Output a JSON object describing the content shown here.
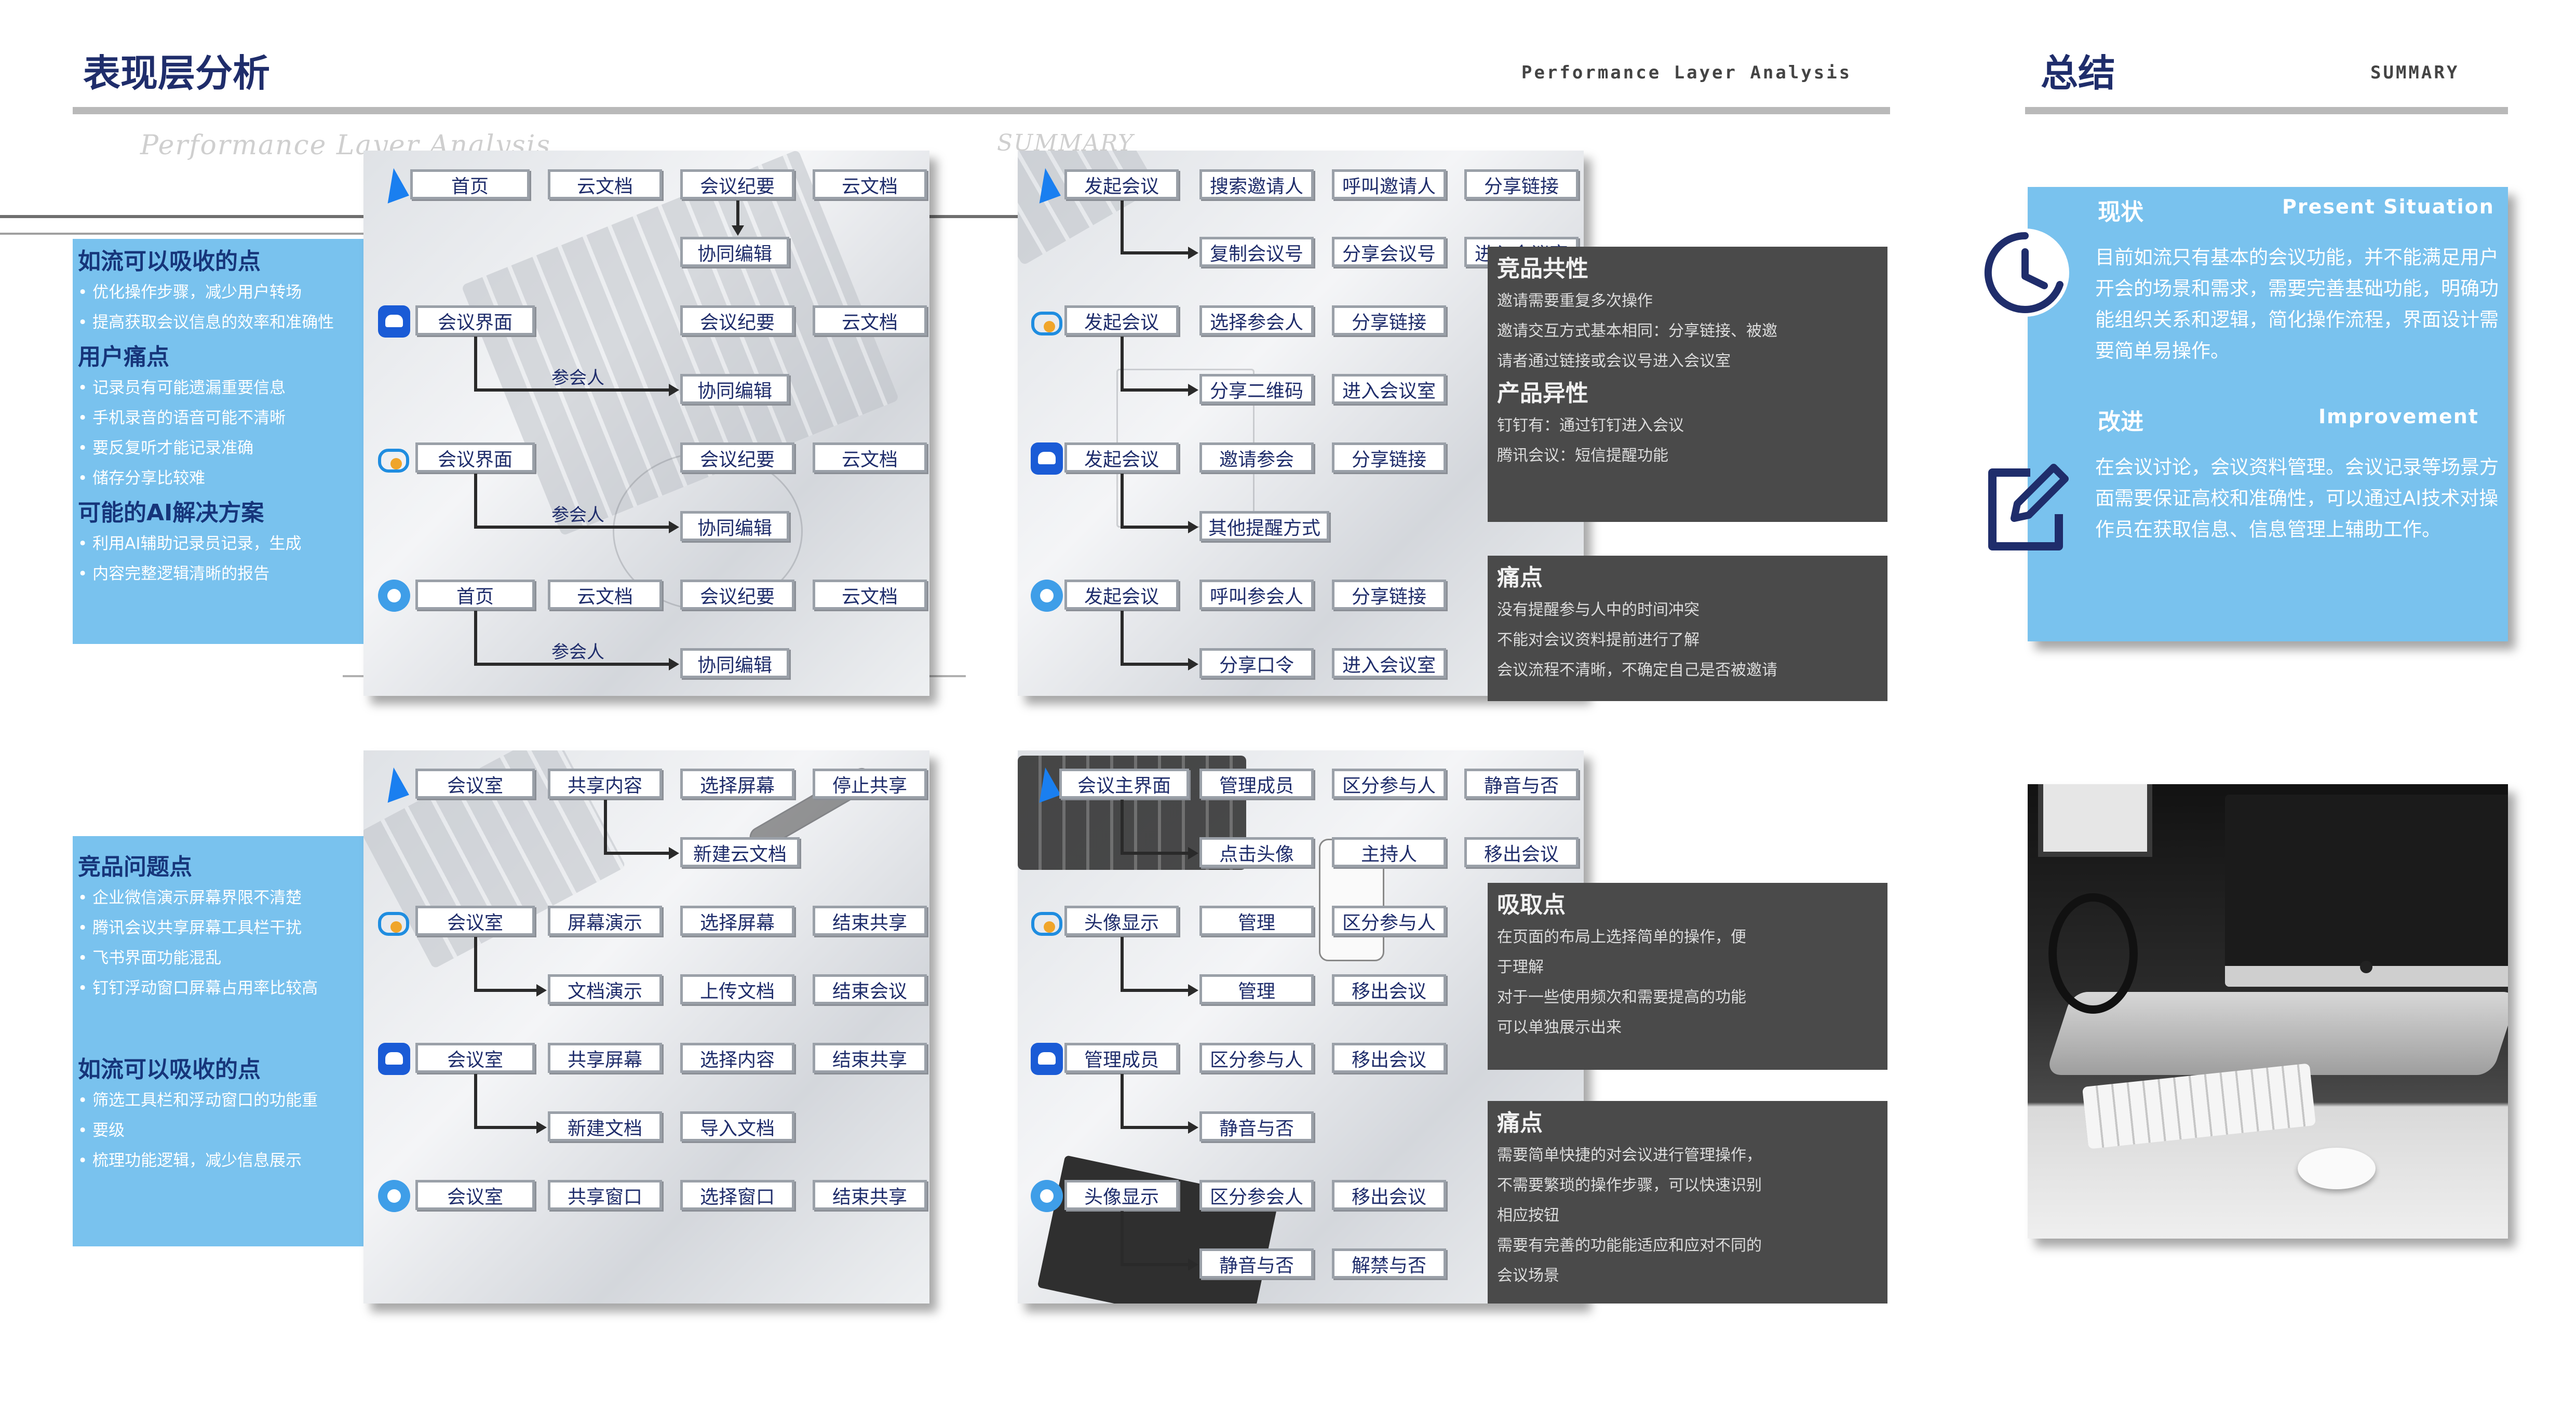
{
  "left_header": {
    "title": "表现层分析",
    "subtitle_en": "Performance Layer Analysis",
    "ghost": "Performance Layer Analysis"
  },
  "right_header": {
    "title": "总结",
    "subtitle_en": "SUMMARY",
    "ghost": "SUMMARY"
  },
  "colors": {
    "navy": "#1f2d6b",
    "accent_blue": "#79c2ee",
    "dark_panel": "#4a4a4a",
    "rule": "#b9b9b9"
  },
  "sidebar_top": {
    "sections": [
      {
        "heading": "如流可以吸收的点",
        "items": [
          "优化操作步骤，减少用户转场",
          "提高获取会议信息的效率和准确性"
        ]
      },
      {
        "heading": "用户痛点",
        "items": [
          "记录员有可能遗漏重要信息",
          "手机录音的语音可能不清晰",
          "要反复听才能记录准确",
          "储存分享比较难"
        ]
      },
      {
        "heading": "可能的AI解决方案",
        "items": [
          "利用AI辅助记录员记录，生成",
          "内容完整逻辑清晰的报告"
        ]
      }
    ]
  },
  "sidebar_bottom": {
    "sections": [
      {
        "heading": "竞品问题点",
        "items": [
          "企业微信演示屏幕界限不清楚",
          "腾讯会议共享屏幕工具栏干扰",
          "飞书界面功能混乱",
          "钉钉浮动窗口屏幕占用率比较高"
        ]
      },
      {
        "heading": "如流可以吸收的点",
        "items": [
          "筛选工具栏和浮动窗口的功能重",
          "要级",
          "梳理功能逻辑，减少信息展示"
        ]
      }
    ]
  },
  "flow_doc": {
    "rows": [
      {
        "app": "dingtalk-icon",
        "nodes": [
          "首页",
          "云文档",
          "会议纪要",
          "云文档"
        ],
        "sub_label": "",
        "sub_node": "协同编辑"
      },
      {
        "app": "lark-icon",
        "nodes": [
          "会议界面",
          "会议纪要",
          "云文档"
        ],
        "sub_label": "参会人",
        "sub_node": "协同编辑"
      },
      {
        "app": "tencent-meeting-icon",
        "nodes": [
          "会议界面",
          "会议纪要",
          "云文档"
        ],
        "sub_label": "参会人",
        "sub_node": "协同编辑"
      },
      {
        "app": "wecom-icon",
        "nodes": [
          "首页",
          "云文档",
          "会议纪要",
          "云文档"
        ],
        "sub_label": "参会人",
        "sub_node": "协同编辑"
      }
    ]
  },
  "flow_invite": {
    "rows": [
      {
        "nodes": [
          "发起会议",
          "搜索邀请人",
          "呼叫邀请人",
          "分享链接"
        ],
        "sub": [
          "复制会议号",
          "分享会议号",
          "进入会议室"
        ]
      },
      {
        "nodes": [
          "发起会议",
          "选择参会人",
          "分享链接"
        ],
        "sub": [
          "分享二维码",
          "进入会议室"
        ]
      },
      {
        "nodes": [
          "发起会议",
          "邀请参会",
          "分享链接"
        ],
        "sub": [
          "其他提醒方式"
        ]
      },
      {
        "nodes": [
          "发起会议",
          "呼叫参会人",
          "分享链接"
        ],
        "sub": [
          "分享口令",
          "进入会议室"
        ]
      }
    ]
  },
  "flow_share": {
    "rows": [
      {
        "nodes": [
          "会议室",
          "共享内容",
          "选择屏幕",
          "停止共享"
        ],
        "sub": [
          "新建云文档"
        ]
      },
      {
        "nodes": [
          "会议室",
          "屏幕演示",
          "选择屏幕",
          "结束共享"
        ],
        "sub": [
          "文档演示",
          "上传文档",
          "结束会议"
        ]
      },
      {
        "nodes": [
          "会议室",
          "共享屏幕",
          "选择内容",
          "结束共享"
        ],
        "sub": [
          "新建文档",
          "导入文档"
        ]
      },
      {
        "nodes": [
          "会议室",
          "共享窗口",
          "选择窗口",
          "结束共享"
        ],
        "sub": []
      }
    ]
  },
  "flow_manage": {
    "rows": [
      {
        "nodes": [
          "会议主界面",
          "管理成员",
          "区分参与人",
          "静音与否"
        ],
        "sub": [
          "点击头像",
          "主持人",
          "移出会议"
        ]
      },
      {
        "nodes": [
          "头像显示",
          "管理",
          "区分参与人"
        ],
        "sub": [
          "管理",
          "移出会议"
        ]
      },
      {
        "nodes": [
          "管理成员",
          "区分参与人",
          "移出会议"
        ],
        "sub": [
          "静音与否"
        ]
      },
      {
        "nodes": [
          "头像显示",
          "区分参会人",
          "移出会议"
        ],
        "sub": [
          "静音与否",
          "解禁与否"
        ]
      }
    ]
  },
  "dark_top": {
    "a_heading": "竞品共性",
    "a_items": [
      "邀请需要重复多次操作",
      "邀请交互方式基本相同：分享链接、被邀",
      "请者通过链接或会议号进入会议室"
    ],
    "b_heading": "产品异性",
    "b_items": [
      "钉钉有：通过钉钉进入会议",
      "腾讯会议：短信提醒功能"
    ]
  },
  "dark_top2": {
    "heading": "痛点",
    "items": [
      "没有提醒参与人中的时间冲突",
      "不能对会议资料提前进行了解",
      "会议流程不清晰，不确定自己是否被邀请"
    ]
  },
  "dark_bottom": {
    "heading": "吸取点",
    "items": [
      "在页面的布局上选择简单的操作，便",
      "于理解",
      "对于一些使用频次和需要提高的功能",
      "可以单独展示出来"
    ]
  },
  "dark_bottom2": {
    "heading": "痛点",
    "items": [
      "需要简单快捷的对会议进行管理操作，",
      "不需要繁琐的操作步骤，可以快速识别",
      "相应按钮",
      "需要有完善的功能能适应和应对不同的",
      "会议场景"
    ]
  },
  "summary": {
    "present": {
      "title": "现状",
      "title_en": "Present Situation",
      "text": "目前如流只有基本的会议功能，并不能满足用户开会的场景和需求，需要完善基础功能，明确功能组织关系和逻辑，简化操作流程，界面设计需要简单易操作。"
    },
    "improve": {
      "title": "改进",
      "title_en": "Improvement",
      "text": "在会议讨论，会议资料管理。会议记录等场景方面需要保证高校和准确性，可以通过AI技术对操作员在获取信息、信息管理上辅助工作。"
    }
  }
}
